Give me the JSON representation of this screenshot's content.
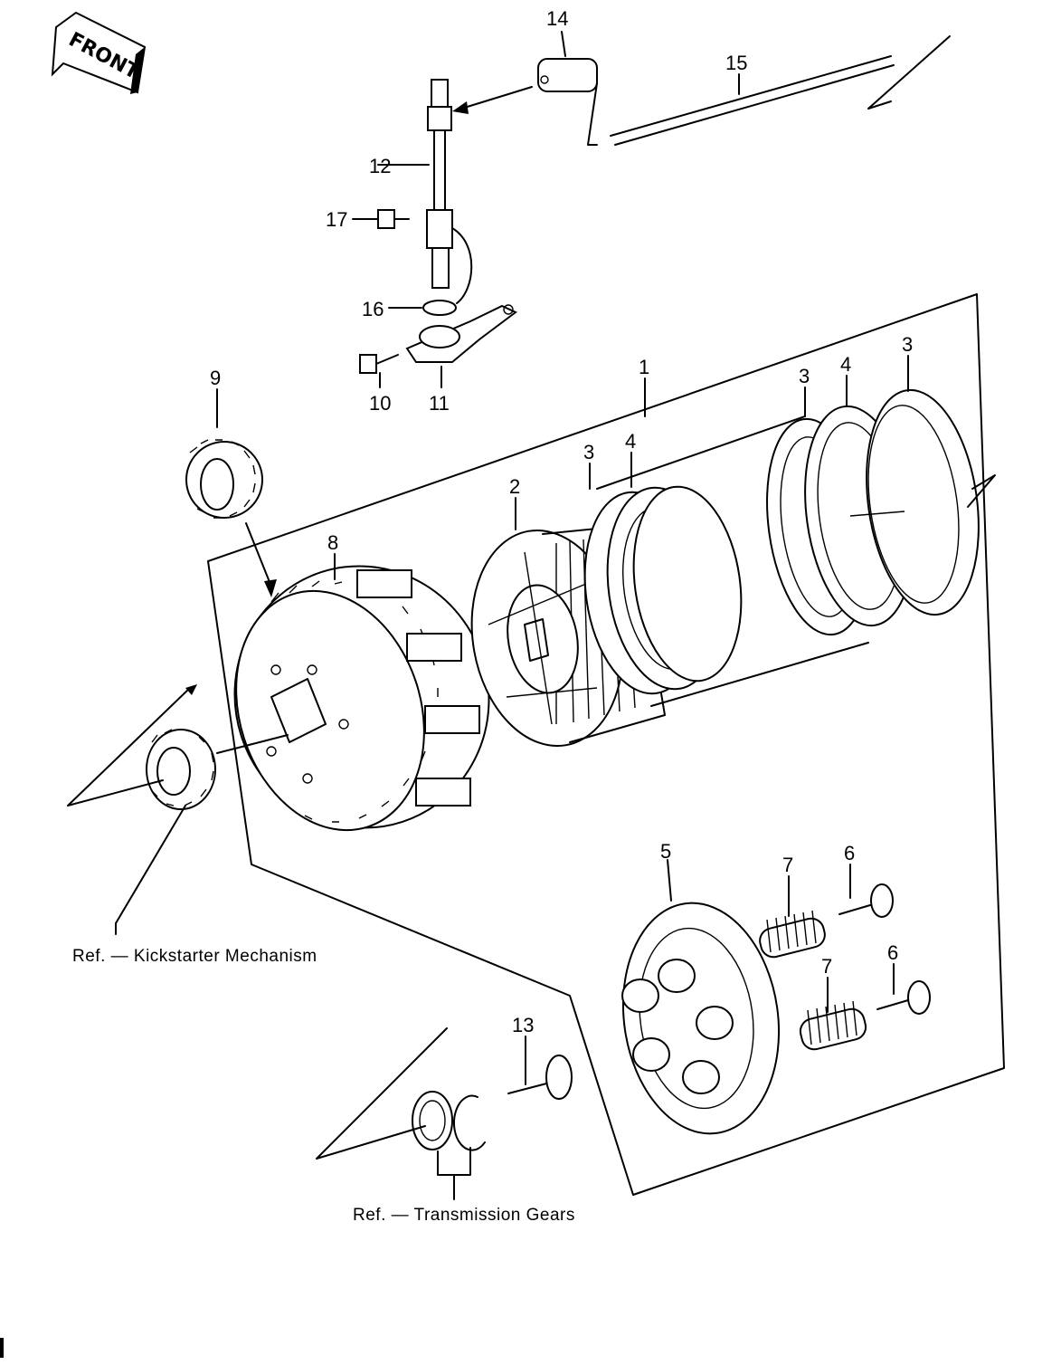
{
  "front_label": "FRONT",
  "callouts": {
    "c1": "1",
    "c2": "2",
    "c3a": "3",
    "c3b": "3",
    "c3c": "3",
    "c4a": "4",
    "c4b": "4",
    "c5": "5",
    "c6a": "6",
    "c6b": "6",
    "c7a": "7",
    "c7b": "7",
    "c8": "8",
    "c9": "9",
    "c10": "10",
    "c11": "11",
    "c12": "12",
    "c13": "13",
    "c14": "14",
    "c15": "15",
    "c16": "16",
    "c17": "17"
  },
  "references": {
    "kickstarter": "Ref. — Kickstarter Mechanism",
    "transmission": "Ref. — Transmission Gears"
  }
}
